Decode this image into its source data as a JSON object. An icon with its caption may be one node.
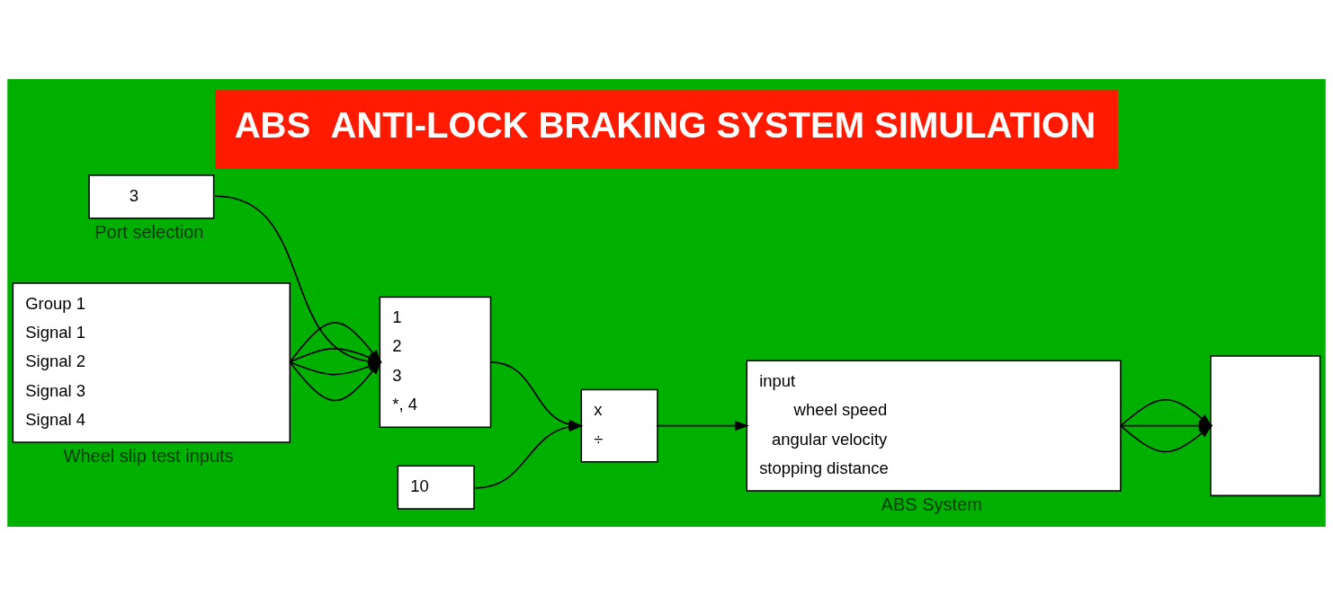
{
  "diagram": {
    "title": "ABS  ANTI-LOCK BRAKING SYSTEM SIMULATION",
    "nodes": [
      {
        "text": [
          "3"
        ],
        "beside": [
          "Port selection"
        ]
      },
      {
        "text": [
          "1",
          "2",
          "3",
          "*, 4"
        ]
      },
      {
        "text": [
          "input",
          "wheel speed",
          "angular velocity",
          "stopping distance"
        ],
        "beside": [
          "ABS System"
        ]
      },
      {
        "text": [
          "x",
          "÷"
        ]
      },
      {
        "text": [
          "Group 1",
          "Signal 1",
          "Signal 2",
          "Signal 3",
          "Signal 4"
        ],
        "beside": [
          "Wheel slip test inputs"
        ]
      },
      {
        "text": [
          "10"
        ]
      },
      {
        "text": [],
        "shape": "box"
      }
    ],
    "edges": [
      {
        "from": 0,
        "to": 1,
        "arrow": "to"
      },
      {
        "from": 4,
        "to": 1,
        "arrow": "to"
      },
      {
        "from": 4,
        "to": 1,
        "arrow": "to"
      },
      {
        "from": 4,
        "to": 1,
        "arrow": "to"
      },
      {
        "from": 4,
        "to": 1,
        "arrow": "to"
      },
      {
        "from": 1,
        "to": 3,
        "arrow": "to"
      },
      {
        "from": 5,
        "to": 3,
        "arrow": "to"
      },
      {
        "from": 3,
        "to": 2,
        "arrow": "to"
      },
      {
        "from": 2,
        "to": 6,
        "arrow": "to"
      },
      {
        "from": 2,
        "to": 6,
        "arrow": "to"
      },
      {
        "from": 2,
        "to": 6,
        "arrow": "to"
      }
    ]
  }
}
